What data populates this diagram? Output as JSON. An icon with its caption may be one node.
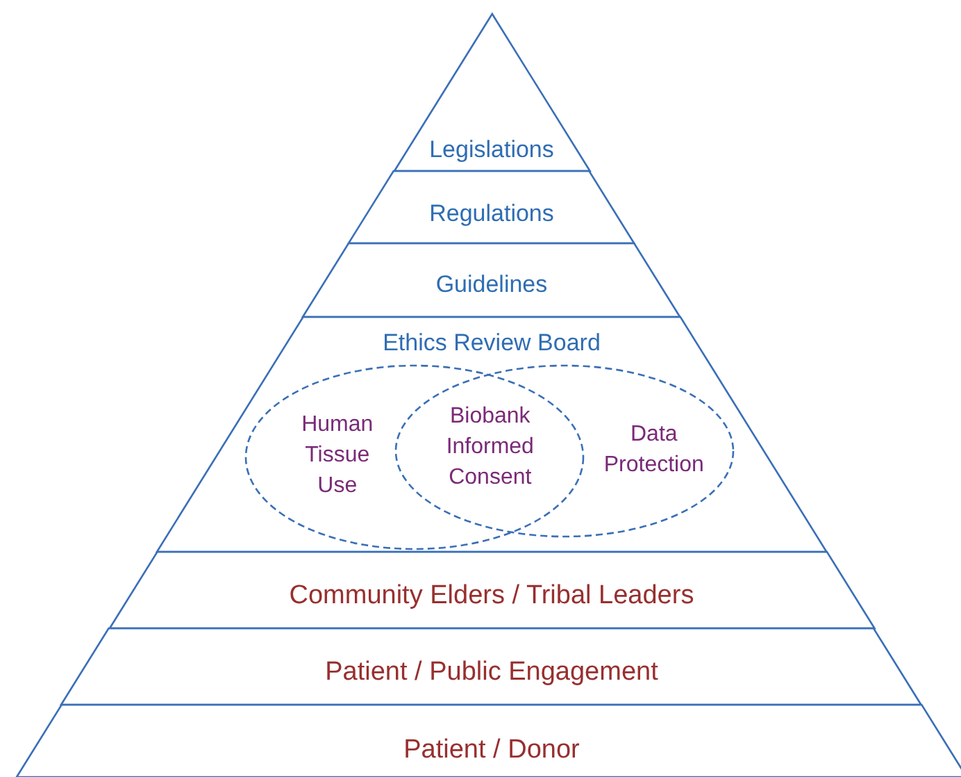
{
  "diagram": {
    "nodes": [
      {
        "text": [
          "Legislations"
        ]
      },
      {
        "text": [
          "Regulations"
        ]
      },
      {
        "text": [
          "Guidelines"
        ]
      },
      {
        "text": [
          "Ethics Review Board"
        ]
      },
      {
        "text": [
          "Human Tissue Use"
        ],
        "in": 3
      },
      {
        "text": [
          "Data Protection"
        ],
        "in": 3
      },
      {
        "text": [
          "Community Elders / Tribal Leaders"
        ]
      },
      {
        "text": [
          "Patient / Public Engagement"
        ]
      },
      {
        "text": [
          "Patient / Donor"
        ]
      }
    ],
    "labels": [
      "Biobank Informed Consent"
    ]
  }
}
